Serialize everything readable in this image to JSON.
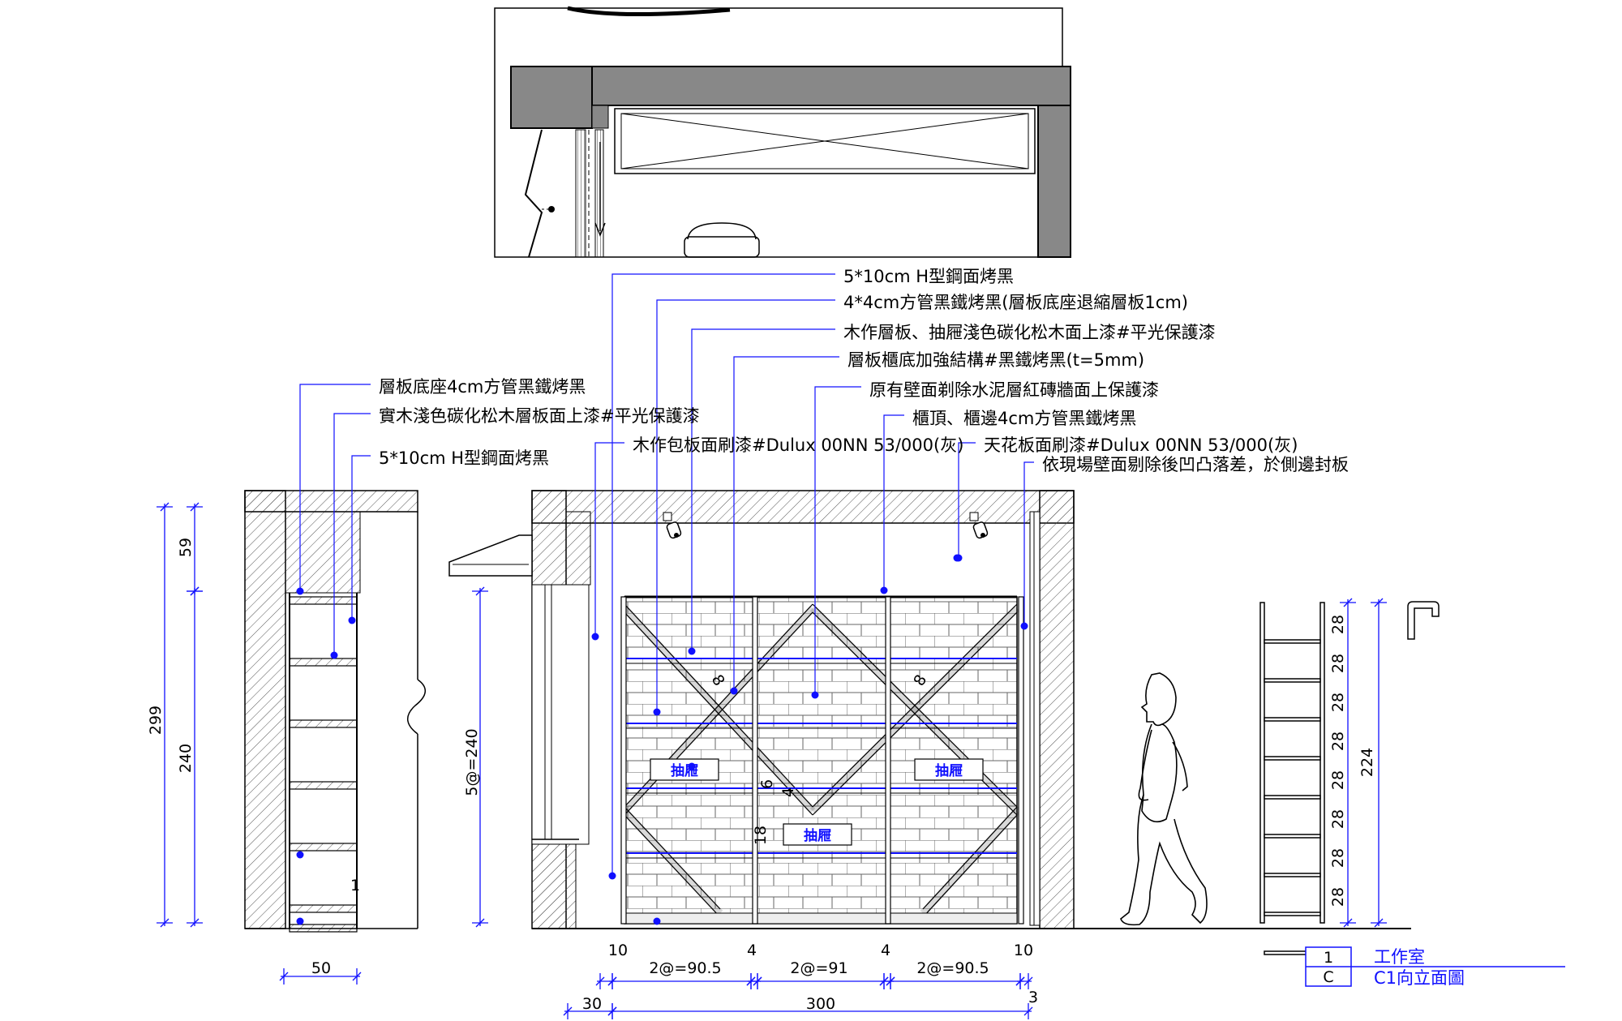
{
  "callouts_center": [
    "5*10cm H型鋼面烤黑",
    "4*4cm方管黑鐵烤黑(層板底座退縮層板1cm)",
    "木作層板、抽屜淺色碳化松木面上漆#平光保護漆",
    "層板櫃底加強結構#黑鐵烤黑(t=5mm)",
    "原有壁面剃除水泥層紅磚牆面上保護漆",
    "櫃頂、櫃邊4cm方管黑鐵烤黑",
    "天花板面刷漆#Dulux 00NN 53/000(灰)",
    "依現場壁面剔除後凹凸落差，於側邊封板"
  ],
  "callouts_left": [
    "層板底座4cm方管黑鐵烤黑",
    "實木淺色碳化松木層板面上漆#平光保護漆",
    "5*10cm H型鋼面烤黑",
    "木作包板面刷漆#Dulux 00NN 53/000(灰)"
  ],
  "drawer_label": "抽屜",
  "dims_section": {
    "total": "299",
    "top": "59",
    "main": "240",
    "width": "50",
    "gap": "1"
  },
  "dims_opening": "5@=240",
  "dims_bottom": {
    "row1": [
      "10",
      "2@=90.5",
      "4",
      "2@=91",
      "4",
      "2@=90.5",
      "10"
    ],
    "row2": [
      "30",
      "300",
      "3"
    ]
  },
  "dims_brace": {
    "a": "8",
    "b": "8",
    "c": "6",
    "d": "4",
    "e": "18"
  },
  "dims_ladder": {
    "steps": [
      "28",
      "28",
      "28",
      "28",
      "28",
      "28",
      "28",
      "28"
    ],
    "total": "224"
  },
  "title_block": {
    "number": "1",
    "letter": "C",
    "room": "工作室",
    "drawing": "C1向立面圖"
  },
  "colors": {
    "line": "#000000",
    "annotation": "#1010ff",
    "hatch": "#555555"
  }
}
